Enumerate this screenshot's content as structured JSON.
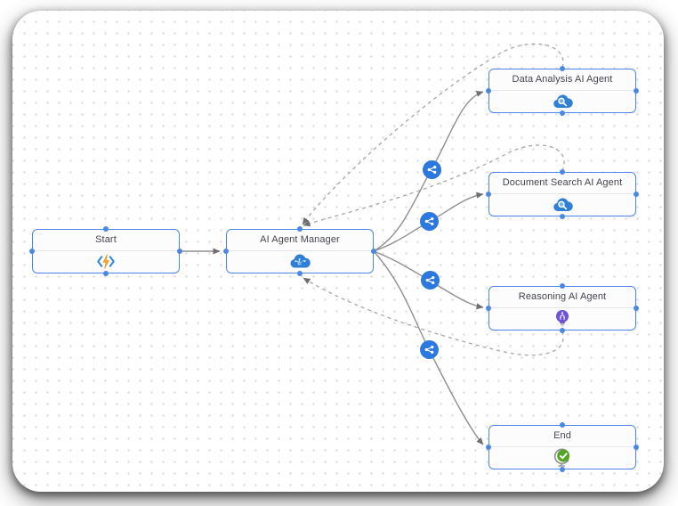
{
  "diagram": {
    "title": "AI agent workflow canvas",
    "nodes": [
      {
        "id": "start",
        "title": "Start",
        "icon": "lightning-code-icon",
        "icon_colors": {
          "brackets": "#2f86d8",
          "bolt": "#f7a727"
        }
      },
      {
        "id": "ai-agent-manager",
        "title": "AI Agent Manager",
        "icon": "agent-brain-cloud-icon",
        "icon_colors": {
          "cloud": "#2e7fd6",
          "circuit": "#bfe0ff"
        }
      },
      {
        "id": "data-analysis",
        "title": "Data Analysis AI Agent",
        "icon": "cloud-search-icon",
        "icon_colors": {
          "cloud": "#2e7fd6",
          "glass": "#ffffff"
        }
      },
      {
        "id": "document-search",
        "title": "Document Search AI Agent",
        "icon": "cloud-search-icon",
        "icon_colors": {
          "cloud": "#2e7fd6",
          "glass": "#ffffff"
        }
      },
      {
        "id": "reasoning",
        "title": "Reasoning AI Agent",
        "icon": "reasoning-bulb-icon",
        "icon_colors": {
          "bulb": "#6f52d8",
          "base": "#b1b1b1"
        }
      },
      {
        "id": "end",
        "title": "End",
        "icon": "end-check-icon",
        "icon_colors": {
          "circle": "#56a426",
          "stand": "#979797"
        }
      }
    ],
    "edges": [
      {
        "from": "start",
        "to": "ai-agent-manager",
        "style": "solid"
      },
      {
        "from": "ai-agent-manager",
        "to": "data-analysis",
        "style": "solid",
        "label_icon": "handoff-icon"
      },
      {
        "from": "ai-agent-manager",
        "to": "document-search",
        "style": "solid",
        "label_icon": "handoff-icon"
      },
      {
        "from": "ai-agent-manager",
        "to": "reasoning",
        "style": "solid",
        "label_icon": "handoff-icon"
      },
      {
        "from": "ai-agent-manager",
        "to": "end",
        "style": "solid",
        "label_icon": "handoff-icon"
      },
      {
        "from": "data-analysis",
        "to": "ai-agent-manager",
        "style": "dashed"
      },
      {
        "from": "document-search",
        "to": "ai-agent-manager",
        "style": "dashed"
      },
      {
        "from": "reasoning",
        "to": "ai-agent-manager",
        "style": "dashed"
      }
    ],
    "colors": {
      "node_border": "#4c87e8",
      "connector_dot": "#4c87e8",
      "edge_solid": "#8f8f8f",
      "edge_dashed": "#a6a6a6",
      "handoff_badge": "#2b78e0",
      "title_text": "#45464e",
      "canvas_bg": "#ffffff",
      "grid_dot": "#dadada"
    }
  }
}
